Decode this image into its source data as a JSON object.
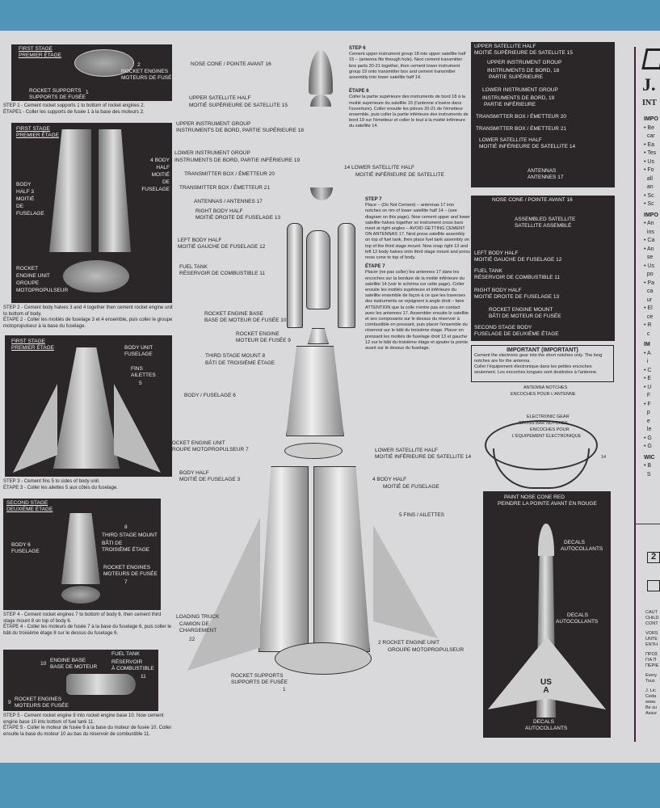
{
  "left": {
    "p1": {
      "stage": [
        "FIRST STAGE",
        "PREMIER ÉTAGE"
      ],
      "engines": [
        "2",
        "ROCKET ENGINES",
        "MOTEURS DE FUSÉE"
      ],
      "supports": [
        "ROCKET SUPPORTS",
        "SUPPORTS DE FUSÉE",
        "1"
      ],
      "step": "STEP 1 - Cement rocket supports 1 to bottom of rocket engines 2.",
      "etape": "ÉTAPE1 - Coller les supports de fusée 1 à la base des moteurs 2."
    },
    "p2": {
      "stage": [
        "FIRST STAGE",
        "PREMIER ÉTAGE"
      ],
      "half4": [
        "4 BODY",
        "HALF",
        "MOITIÉ",
        "DE",
        "FUSELAGE"
      ],
      "half3": [
        "BODY",
        "HALF 3",
        "MOITIÉ",
        "DE",
        "FUSELAGE"
      ],
      "unit": [
        "ROCKET",
        "ENGINE UNIT",
        "GROUPE",
        "MOTOPROPULSEUR"
      ],
      "step": "STEP 2 - Cement body halves 3 and 4 together then cement rocket engine unit to bottom of body.",
      "etape": "ÉTAPE 2 - Coller les moitiés de fuselage 3 et 4 ensemble, puis coller le groupe motopropulseur à la base du fuselage."
    },
    "p3": {
      "stage": [
        "FIRST STAGE",
        "PREMIER ÉTAGE"
      ],
      "body": [
        "BODY UNIT",
        "FUSELAGE"
      ],
      "fins": [
        "FINS",
        "AILETTES",
        "5"
      ],
      "step": "STEP 3 - Cement fins 5 to sides of body unit.",
      "etape": "ÉTAPE 3 - Coller les ailettes 5 aux côtés du fuselage."
    },
    "p4": {
      "stage": [
        "SECOND STAGE",
        "DEUXIÈME ÉTAGE"
      ],
      "mount": [
        "8",
        "THIRD STAGE MOUNT",
        "BÂTI DE",
        "TROISIÈME ÉTAGE"
      ],
      "body": [
        "BODY 6",
        "FUSELAGE"
      ],
      "engines": [
        "ROCKET ENGINES",
        "MOTEURS DE FUSÉE",
        "7"
      ],
      "step": "STEP 4 - Cement rocket engines 7 to bottom of body 6, then cement third stage mount 8 on top of body 6.",
      "etape": "ÉTAPE 4 - Coller les moteurs de fusée 7 à la base du fuselage 6, puis coller le bâti du troisième étage 8 sur le dessus du fuselage 6."
    },
    "p5": {
      "base": [
        "10",
        "ENGINE BASE",
        "BASE DE MOTEUR"
      ],
      "tank": [
        "FUEL TANK",
        "RÉSERVOIR",
        "À COMBUSTIBLE",
        "11"
      ],
      "engines": [
        "9",
        "ROCKET ENGINES",
        "MOTEURS DE FUSÉE"
      ],
      "step": "STEP 5 - Cement rocket engine 9 into rocket engine base 10. Now cement engine base 10 into bottom of fuel tank 11.",
      "etape": "ÉTAPE 5 - Coller le moteur de fusée 9 à la base du moteur de fusée 10. Coller ensuite la base du moteur 10 au bas du réservoir de combustible 11."
    }
  },
  "center": {
    "labels": [
      "NOSE CONE / POINTE AVANT   16",
      "UPPER SATELLITE HALF",
      "MOITIÉ SUPÉRIEURE DE SATELLITE   15",
      "UPPER INSTRUMENT GROUP",
      "INSTRUMENTS DE BORD, PARTIE SUPÉRIEURE   18",
      "LOWER INSTRUMENT GROUP",
      "INSTRUMENTS DE BORD, PARTIE INFÉRIEURE   19",
      "TRANSMITTER BOX / ÉMETTEUR   20",
      "TRANSMITTER BOX / ÉMETTEUR   21",
      "ANTENNAS / ANTENNES   17",
      "RIGHT BODY HALF",
      "MOITIÉ DROITE DE FUSELAGE   13",
      "LEFT BODY HALF",
      "MOITIÉ GAUCHE DE FUSELAGE   12",
      "FUEL TANK",
      "RÉSERVOIR DE COMBUSTIBLE   11",
      "ROCKET ENGINE BASE",
      "BASE DE MOTEUR DE FUSÉE  10",
      "ROCKET ENGINE",
      "MOTEUR DE FUSÉE   9",
      "THIRD STAGE MOUNT   8",
      "BÂTI DE TROISIÈME ÉTAGE",
      "BODY / FUSELAGE   6",
      "ROCKET ENGINE UNIT",
      "GROUPE MOTOPROPULSEUR   7",
      "BODY HALF",
      "MOITIÉ DE FUSELAGE   3",
      "4  BODY HALF",
      "MOITIÉ DE FUSELAGE",
      "5  FINS / AILETTES",
      "LOADING TRUCK",
      "CAMION DE",
      "CHARGEMENT",
      "22",
      "2  ROCKET ENGINE UNIT",
      "GROUPE MOTOPROPULSEUR",
      "ROCKET SUPPORTS",
      "SUPPORTS DE FUSÉE",
      "1",
      "14  LOWER SATELLITE HALF",
      "MOITIÉ INFÉRIEURE DE SATELLITE",
      "LOWER SATELLITE HALF",
      "MOITIÉ INFÉRIEURE DE SATELLITE   14"
    ],
    "step6": {
      "h": "STEP 6",
      "t": "Cement upper instrument group 18 into upper satellite half 15 – (antenna fits through hole). Next cement transmitter box parts 20-21 together, then cement lower instrument group 19 onto transmitter box and cement transmitter assembly into lower satellite half 14."
    },
    "etape6": {
      "h": "ÉTAPE 6",
      "t": "Coller la partie supérieure des instruments de bord 18 à la moitié supérieure du satellite 15 (l'antenne s'insère dans l'ouverture). Coller ensuite les pièces 20-21 de l'émetteur ensemble, puis coller la partie inférieure des instruments de bord 19 sur l'émetteur et coller le tout à la moitié inférieure du satellite 14."
    },
    "step7": {
      "h": "STEP 7",
      "t": "Place – (Do Not Cement) – antennas 17 into notches on rim of lower satellite half 14 – (see diagram on this page). Now cement upper and lower satellite halves together so instrument cross bars meet at right angles – AVOID GETTING CEMENT ON ANTENNAS 17. Next press satellite assembly on top of fuel tank, then place fuel tank assembly on top of the third stage mount. Now snap right 13 and left 12 body halves onto third stage mount and press nose cone to top of body."
    },
    "etape7": {
      "h": "ÉTAPE 7",
      "t": "Placer (ne pas coller) les antennes 17 dans les encoches sur la bordure de la moitié inférieure du satellite 14 (voir le schéma sur cette page). Coller ensuite les moitiés supérieure et inférieure du satellite ensemble de façon à ce que les traverses des instruments se rejoignent à angle droit – faire ATTENTION que la colle n'entre pas en contact avec les antennes 17. Assembler ensuite le satellite et ses composants sur le dessus du réservoir à combustible en pressant, puis placer l'ensemble du réservoir sur le bâti du troisième étage. Placer en pressant les moitiés de fuselage droit 13 et gauche 12 sur le bâti du troisième étage et ajouter la pointe avant sur le dessus du fuselage."
    }
  },
  "right": {
    "sat": [
      "UPPER SATELLITE HALF",
      "MOITIÉ SUPÉRIEURE DE SATELLITE   15",
      "UPPER INSTRUMENT GROUP",
      "INSTRUMENTS DE BORD,   18",
      "PARTIE SUPÉRIEURE",
      "LOWER INSTRUMENT GROUP",
      "INSTRUMENTS DE BORD,   19",
      "PARTIE INFÉRIEURE",
      "TRANSMITTER BOX / ÉMETTEUR   20",
      "TRANSMITTER BOX / ÉMETTEUR   21",
      "LOWER SATELLITE HALF",
      "MOITIÉ INFÉRIEURE DE SATELLITE   14",
      "ANTENNAS",
      "ANTENNES   17"
    ],
    "asm": [
      "NOSE CONE / POINTE AVANT   16",
      "ASSEMBLED SATELLITE",
      "SATELLITE ASSEMBLÉ",
      "LEFT BODY HALF",
      "MOITIÉ GAUCHE DE FUSELAGE   12",
      "FUEL TANK",
      "RÉSERVOIR DE COMBUSTIBLE   11",
      "RIGHT BODY HALF",
      "MOITIÉ DROITE DE FUSELAGE   13",
      "ROCKET ENGINE MOUNT",
      "BÂTI DE MOTEUR DE FUSÉE",
      "SECOND STAGE BODY",
      "FUSELAGE DE DEUXIÈME ÉTAGE"
    ],
    "important": {
      "h": "IMPORTANT (IMPORTANT)",
      "en": "Cement the electronic gear into the short notches only. The long notches are for the antenna.",
      "fr": "Coller l'équipement électronique dans les petites encoches seulement. Les encoches longues sont destinées à l'antenne."
    },
    "notch": [
      "ANTENNA NOTCHES",
      "ENCOCHES POUR L'ANTENNE",
      "ELECTRONIC GEAR",
      "CROSS BAR NOTCHES",
      "ENCOCHES POUR",
      "L'ÉQUIPEMENT ÉLECTRONIQUE",
      "14"
    ],
    "paint": [
      "PAINT NOSE CONE RED",
      "PEINDRE LA POINTE AVANT EN ROUGE",
      "DECALS",
      "AUTOCOLLANTS",
      "DECALS",
      "AUTOCOLLANTS",
      "DECALS",
      "AUTOCOLLANTS"
    ],
    "usa": "USA"
  },
  "edge": {
    "brand": "J.",
    "sub": "INT",
    "lines": [
      "IMPO",
      "• Be",
      "  car",
      "• Ea",
      "• Tes",
      "• Us",
      "• Fo",
      "  all",
      "  an",
      "• Sc",
      "• Sc",
      "IMPO",
      "• An",
      "  ins",
      "• Ca",
      "• An",
      "  se",
      "• Us",
      "  po",
      "• Pa",
      "  ca",
      "  ur",
      "• El",
      "  ce",
      "• R",
      "  c",
      "IM",
      "• A",
      "  i",
      "• C",
      "• E",
      "• U",
      "  F",
      "• F",
      "  p",
      "  e",
      "  le",
      "• G",
      "• G",
      "WIC",
      "• B",
      "  S"
    ],
    "box": "2",
    "foot": [
      "CAUT",
      "CHILD",
      "CONT",
      "VORS",
      "UNTE",
      "ENTH",
      "ΠΡΟΣ",
      "ΓΙΑ Π",
      "ΠΕΡΙΕ",
      "Every",
      "Tous",
      "J. Lic",
      "Ceda",
      "www.",
      "Be su",
      "Assur"
    ]
  }
}
